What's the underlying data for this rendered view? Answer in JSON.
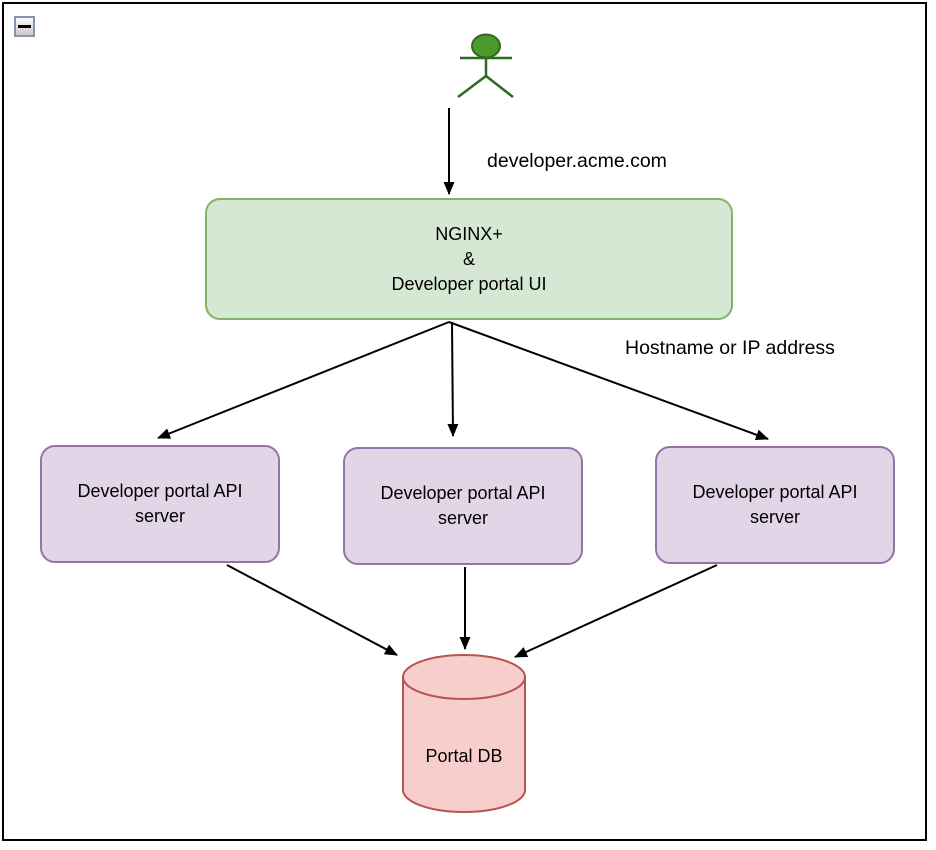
{
  "window": {
    "collapse_icon": "minus-icon"
  },
  "labels": {
    "request_url": "developer.acme.com",
    "lb_note": "Hostname or IP address"
  },
  "nodes": {
    "gateway": {
      "label": "NGINX+\n&\nDeveloper portal UI",
      "fill": "#d5e8d4",
      "stroke": "#82b366"
    },
    "api_servers": [
      {
        "label": "Developer portal API\nserver"
      },
      {
        "label": "Developer portal API\nserver"
      },
      {
        "label": "Developer portal API\nserver"
      }
    ],
    "api_server_fill": "#e1d5e7",
    "api_server_stroke": "#9673a6",
    "database": {
      "label": "Portal DB",
      "fill": "#f8cecc",
      "stroke": "#b85450"
    }
  },
  "actor": {
    "fill": "#4c9a2e",
    "stroke": "#2d6a1e"
  },
  "edges": {
    "color": "#000000",
    "connections": [
      "user -> gateway",
      "gateway -> api-server-1",
      "gateway -> api-server-2",
      "gateway -> api-server-3",
      "api-server-1 -> database",
      "api-server-2 -> database",
      "api-server-3 -> database"
    ]
  }
}
